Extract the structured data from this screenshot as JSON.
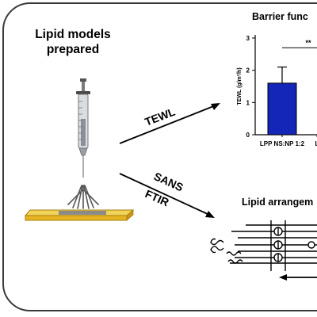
{
  "left_panel": {
    "title_line1": "Lipid models",
    "title_line2": "prepared"
  },
  "arrows": {
    "upper_label": "TEWL",
    "lower_label_1": "SANS",
    "lower_label_2": "FTIR"
  },
  "chart_data": {
    "type": "bar",
    "title": "Barrier func",
    "ylabel": "TEWL (g/m²/h)",
    "xlabel": "",
    "ylim": [
      0,
      3
    ],
    "yticks": [
      "0",
      "1",
      "2",
      "3"
    ],
    "categories": [
      "LPP NS:NP 1:2",
      "L"
    ],
    "values": [
      1.6,
      null
    ],
    "error": [
      0.5,
      null
    ],
    "bar_color": "#1426b8",
    "significance": "**"
  },
  "lipid_panel": {
    "title": "Lipid arrangem"
  },
  "colors": {
    "frame": "#3a3a3a",
    "substrate": "#e6b422",
    "substrate_edge": "#a77d0b"
  }
}
